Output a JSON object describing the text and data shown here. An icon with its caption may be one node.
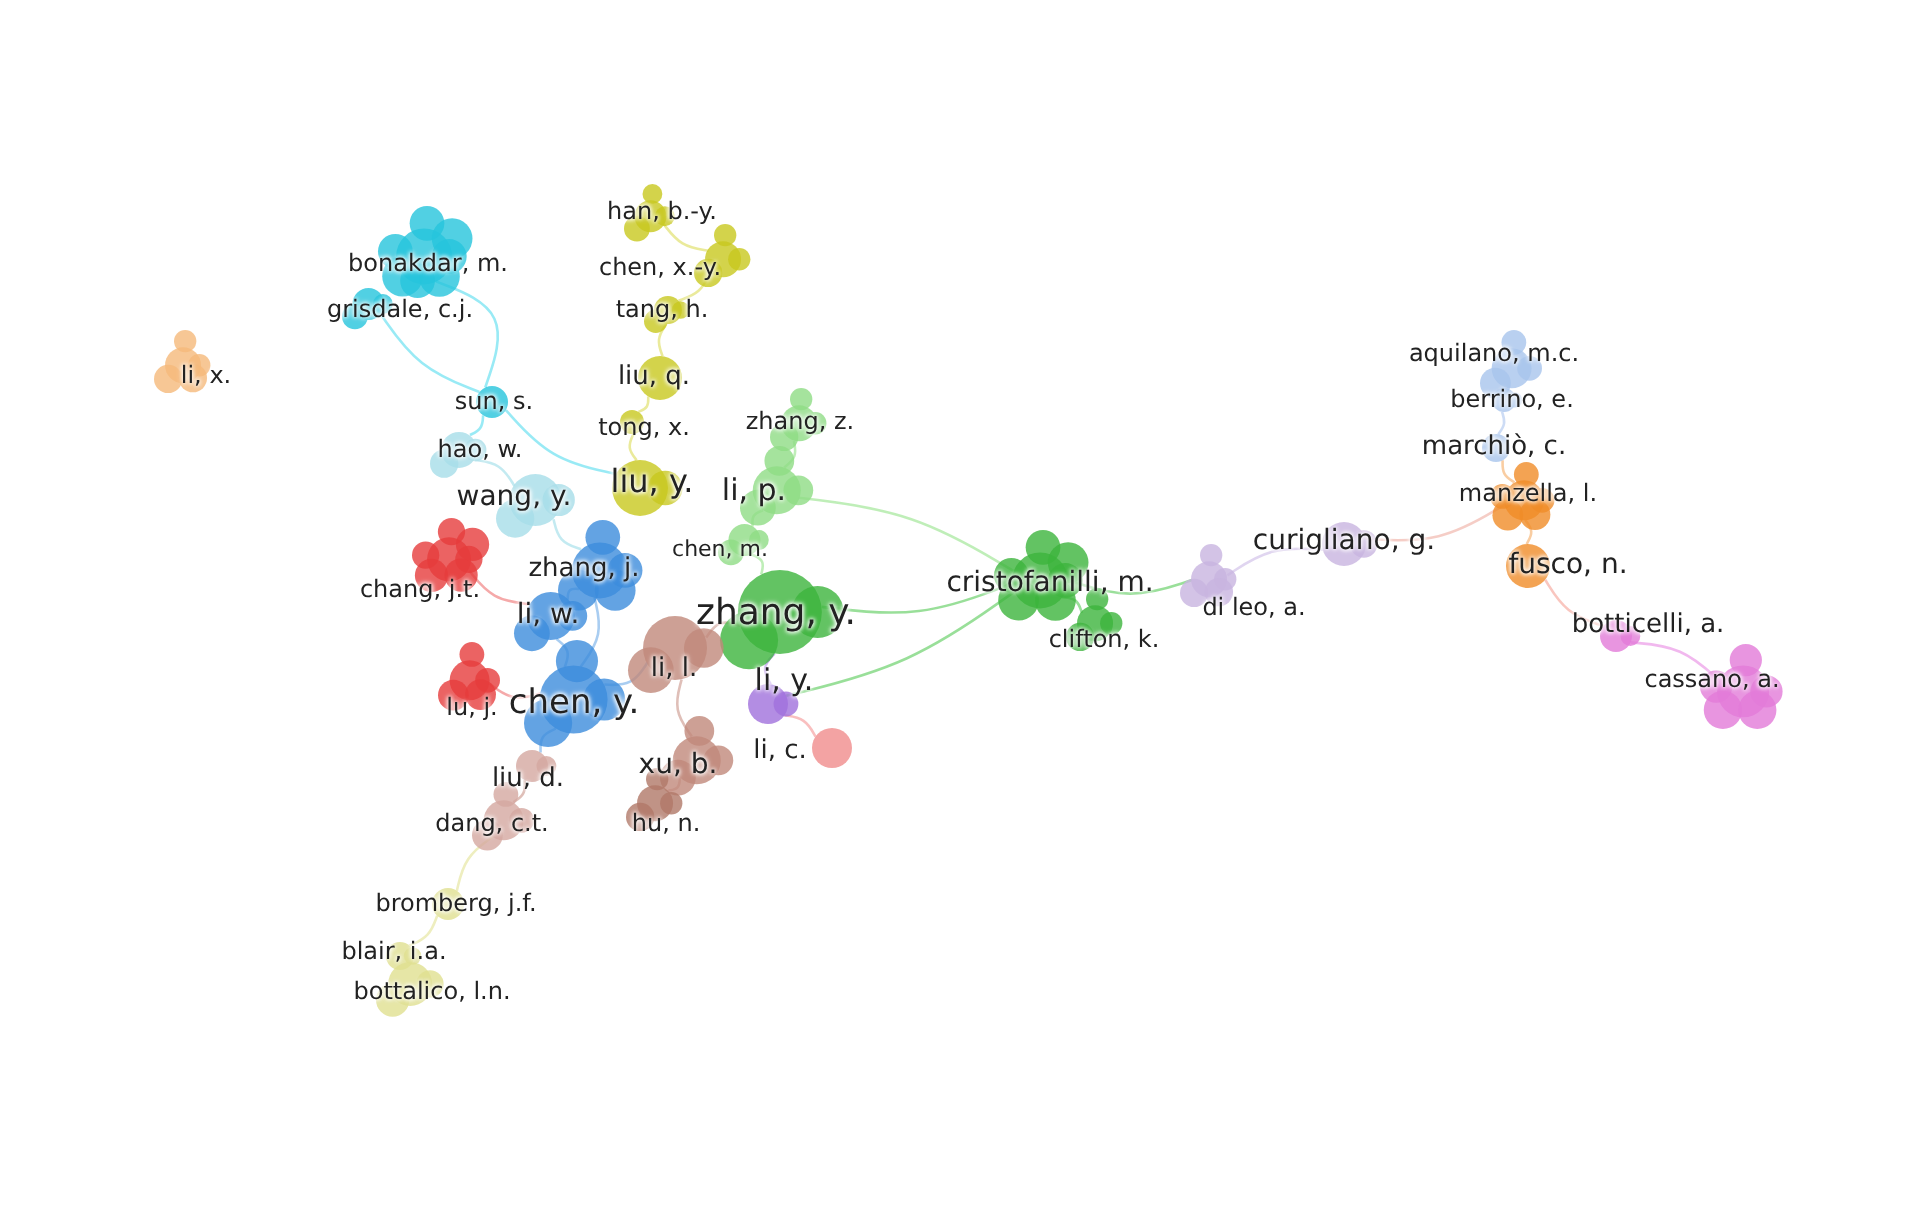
{
  "diagram": {
    "nodes": [
      {
        "text": [
          "li, x."
        ]
      },
      {
        "text": [
          "bonakdar, m."
        ]
      },
      {
        "text": [
          "grisdale, c.j."
        ]
      },
      {
        "text": [
          "han, b.-y."
        ]
      },
      {
        "text": [
          "chen, x.-y."
        ]
      },
      {
        "text": [
          "tang, h."
        ]
      },
      {
        "text": [
          "liu, q."
        ]
      },
      {
        "text": [
          "tong, x."
        ]
      },
      {
        "text": [
          "liu, y."
        ]
      },
      {
        "text": [
          "sun, s."
        ]
      },
      {
        "text": [
          "hao, w."
        ]
      },
      {
        "text": [
          "wang, y."
        ]
      },
      {
        "text": [
          "zhang, z."
        ]
      },
      {
        "text": [
          "li, p."
        ]
      },
      {
        "text": [
          "chen, m."
        ]
      },
      {
        "text": [
          "zhang, y."
        ]
      },
      {
        "text": [
          "cristofanilli, m."
        ]
      },
      {
        "text": [
          "clifton, k."
        ]
      },
      {
        "text": [
          "di leo, a."
        ]
      },
      {
        "text": [
          "curigliano, g."
        ]
      },
      {
        "text": [
          "aquilano, m.c."
        ]
      },
      {
        "text": [
          "berrino, e."
        ]
      },
      {
        "text": [
          "marchiò, c."
        ]
      },
      {
        "text": [
          "manzella, l."
        ]
      },
      {
        "text": [
          "fusco, n."
        ]
      },
      {
        "text": [
          "botticelli, a."
        ]
      },
      {
        "text": [
          "cassano, a."
        ]
      },
      {
        "text": [
          "chang, j.t."
        ]
      },
      {
        "text": [
          "zhang, j."
        ]
      },
      {
        "text": [
          "li, w."
        ]
      },
      {
        "text": [
          "lu, j."
        ]
      },
      {
        "text": [
          "chen, y."
        ]
      },
      {
        "text": [
          "li, l."
        ]
      },
      {
        "text": [
          "li, y."
        ]
      },
      {
        "text": [
          "li, c."
        ]
      },
      {
        "text": [
          "xu, b."
        ]
      },
      {
        "text": [
          "hu, n."
        ]
      },
      {
        "text": [
          "liu, d."
        ]
      },
      {
        "text": [
          "dang, c.t."
        ]
      },
      {
        "text": [
          "bromberg, j.f."
        ]
      },
      {
        "text": [
          "blair, i.a."
        ]
      },
      {
        "text": [
          "bottalico, l.n."
        ]
      }
    ],
    "edges": [
      {
        "from": 1,
        "to": 9,
        "arrow": "none",
        "color": "#8ee8f4"
      },
      {
        "from": 2,
        "to": 9,
        "arrow": "none",
        "color": "#8ee8f4"
      },
      {
        "from": 9,
        "to": 10,
        "arrow": "none",
        "color": "#8ee8f4"
      },
      {
        "from": 9,
        "to": 8,
        "arrow": "none",
        "color": "#8ee8f4"
      },
      {
        "from": 10,
        "to": 11,
        "arrow": "none",
        "color": "#bce8f0"
      },
      {
        "from": 3,
        "to": 4,
        "arrow": "none",
        "color": "#e8e890"
      },
      {
        "from": 4,
        "to": 5,
        "arrow": "none",
        "color": "#e8e890"
      },
      {
        "from": 5,
        "to": 6,
        "arrow": "none",
        "color": "#e8e890"
      },
      {
        "from": 6,
        "to": 7,
        "arrow": "none",
        "color": "#e8e890"
      },
      {
        "from": 7,
        "to": 8,
        "arrow": "none",
        "color": "#e8e890"
      },
      {
        "from": 12,
        "to": 13,
        "arrow": "none",
        "color": "#b8ecb0"
      },
      {
        "from": 13,
        "to": 14,
        "arrow": "none",
        "color": "#b8ecb0"
      },
      {
        "from": 14,
        "to": 15,
        "arrow": "none",
        "color": "#b8ecb0"
      },
      {
        "from": 15,
        "to": 16,
        "arrow": "none",
        "color": "#8edc8e"
      },
      {
        "from": 13,
        "to": 16,
        "arrow": "none",
        "color": "#b8ecb0"
      },
      {
        "from": 33,
        "to": 16,
        "arrow": "none",
        "color": "#8edc8e"
      },
      {
        "from": 16,
        "to": 17,
        "arrow": "none",
        "color": "#8edc8e"
      },
      {
        "from": 16,
        "to": 18,
        "arrow": "none",
        "color": "#8edc8e"
      },
      {
        "from": 18,
        "to": 19,
        "arrow": "none",
        "color": "#ddd0ee"
      },
      {
        "from": 19,
        "to": 23,
        "arrow": "none",
        "color": "#f4c8c0"
      },
      {
        "from": 23,
        "to": 22,
        "arrow": "none",
        "color": "#f8c898"
      },
      {
        "from": 22,
        "to": 21,
        "arrow": "none",
        "color": "#c8d8f4"
      },
      {
        "from": 23,
        "to": 24,
        "arrow": "none",
        "color": "#f8c898"
      },
      {
        "from": 24,
        "to": 25,
        "arrow": "none",
        "color": "#f8c0b8"
      },
      {
        "from": 25,
        "to": 26,
        "arrow": "none",
        "color": "#f0b0ec"
      },
      {
        "from": 27,
        "to": 29,
        "arrow": "none",
        "color": "#f4a0a0"
      },
      {
        "from": 29,
        "to": 28,
        "arrow": "none",
        "color": "#a0c8f0"
      },
      {
        "from": 11,
        "to": 28,
        "arrow": "none",
        "color": "#bce8f0"
      },
      {
        "from": 28,
        "to": 31,
        "arrow": "none",
        "color": "#a0c8f0"
      },
      {
        "from": 30,
        "to": 31,
        "arrow": "none",
        "color": "#f4a0a0"
      },
      {
        "from": 29,
        "to": 31,
        "arrow": "none",
        "color": "#a0c8f0"
      },
      {
        "from": 31,
        "to": 32,
        "arrow": "none",
        "color": "#a0c8f0"
      },
      {
        "from": 32,
        "to": 15,
        "arrow": "none",
        "color": "#dcb8b0"
      },
      {
        "from": 32,
        "to": 35,
        "arrow": "none",
        "color": "#dcb8b0"
      },
      {
        "from": 35,
        "to": 36,
        "arrow": "none",
        "color": "#dcb8b0"
      },
      {
        "from": 15,
        "to": 33,
        "arrow": "none",
        "color": "#c8a8f0"
      },
      {
        "from": 33,
        "to": 34,
        "arrow": "none",
        "color": "#f8b8b8"
      },
      {
        "from": 31,
        "to": 37,
        "arrow": "none",
        "color": "#a0c8f0"
      },
      {
        "from": 37,
        "to": 38,
        "arrow": "none",
        "color": "#dcb8b0"
      },
      {
        "from": 38,
        "to": 39,
        "arrow": "none",
        "color": "#ececb8"
      },
      {
        "from": 39,
        "to": 40,
        "arrow": "none",
        "color": "#ececb8"
      }
    ]
  }
}
